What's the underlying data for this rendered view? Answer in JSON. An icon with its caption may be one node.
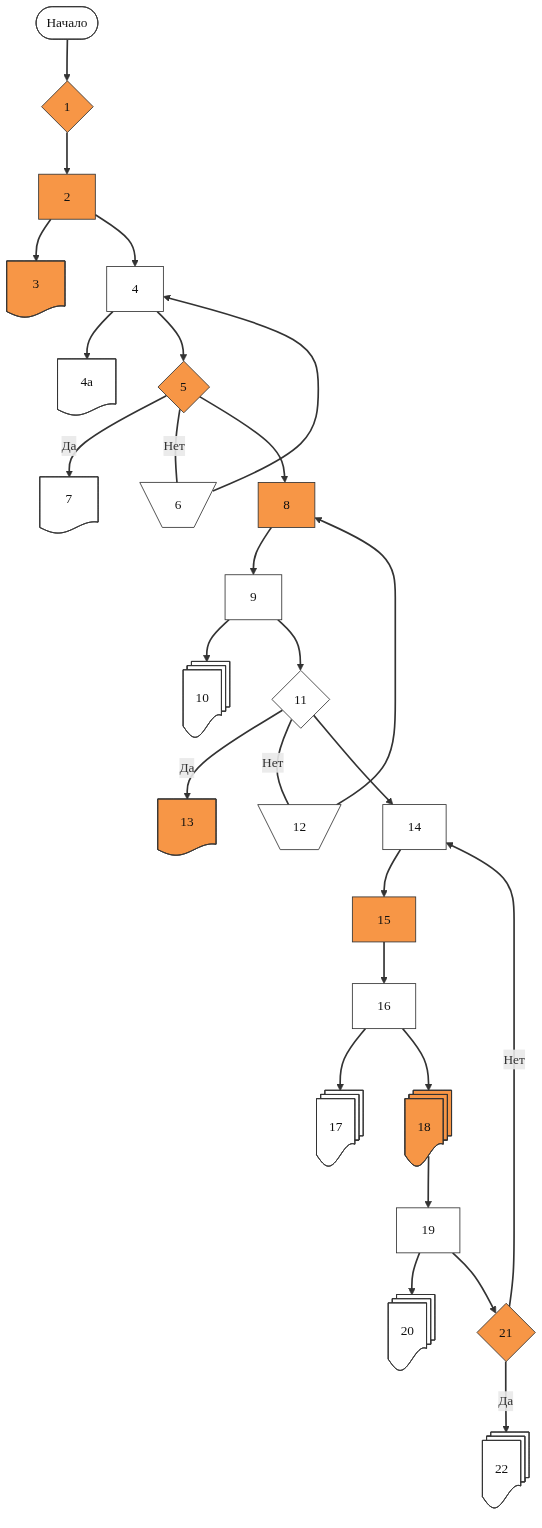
{
  "diagram": {
    "nodes": [
      {
        "text": [
          "Начало"
        ]
      },
      {
        "text": [
          "1"
        ]
      },
      {
        "text": [
          "2"
        ]
      },
      {
        "text": [
          "3"
        ]
      },
      {
        "text": [
          "4"
        ]
      },
      {
        "text": [
          "4а"
        ]
      },
      {
        "text": [
          "6"
        ]
      },
      {
        "text": [
          "5"
        ]
      },
      {
        "text": [
          "7"
        ]
      },
      {
        "text": [
          "8"
        ]
      },
      {
        "text": [
          "9"
        ]
      },
      {
        "text": [
          "10"
        ]
      },
      {
        "text": [
          "12"
        ]
      },
      {
        "text": [
          "11"
        ]
      },
      {
        "text": [
          "13"
        ]
      },
      {
        "text": [
          "14"
        ]
      },
      {
        "text": [
          "15"
        ]
      },
      {
        "text": [
          "16"
        ]
      },
      {
        "text": [
          "17"
        ]
      },
      {
        "text": [
          "18"
        ]
      },
      {
        "text": [
          "19"
        ]
      },
      {
        "text": [
          "20"
        ]
      },
      {
        "text": [
          "21"
        ]
      },
      {
        "text": [
          "22"
        ]
      }
    ],
    "edges": [
      {
        "from": 0,
        "to": 1,
        "arrow": "to"
      },
      {
        "from": 1,
        "to": 2,
        "arrow": "to"
      },
      {
        "from": 2,
        "to": 3,
        "arrow": "to"
      },
      {
        "from": 2,
        "to": 4,
        "arrow": "to"
      },
      {
        "from": 4,
        "to": 5,
        "arrow": "to"
      },
      {
        "from": 6,
        "to": 4,
        "arrow": "to"
      },
      {
        "from": 4,
        "to": 7,
        "arrow": "to"
      },
      {
        "from": 7,
        "to": 8,
        "label": "Да",
        "arrow": "to"
      },
      {
        "from": 7,
        "to": 6,
        "label": "Нет",
        "arrow": "none"
      },
      {
        "from": 7,
        "to": 9,
        "arrow": "to"
      },
      {
        "from": 12,
        "to": 9,
        "arrow": "to"
      },
      {
        "from": 9,
        "to": 10,
        "arrow": "to"
      },
      {
        "from": 10,
        "to": 11,
        "arrow": "to"
      },
      {
        "from": 10,
        "to": 13,
        "arrow": "to"
      },
      {
        "from": 13,
        "to": 14,
        "label": "Да",
        "arrow": "to"
      },
      {
        "from": 13,
        "to": 12,
        "label": "Нет",
        "arrow": "none"
      },
      {
        "from": 13,
        "to": 15,
        "arrow": "to"
      },
      {
        "from": 22,
        "to": 15,
        "label": "Нет",
        "arrow": "to"
      },
      {
        "from": 15,
        "to": 16,
        "arrow": "to"
      },
      {
        "from": 16,
        "to": 17,
        "arrow": "to"
      },
      {
        "from": 17,
        "to": 18,
        "arrow": "to"
      },
      {
        "from": 17,
        "to": 19,
        "arrow": "to"
      },
      {
        "from": 19,
        "to": 20,
        "arrow": "to"
      },
      {
        "from": 20,
        "to": 21,
        "arrow": "to"
      },
      {
        "from": 20,
        "to": 22,
        "arrow": "to"
      },
      {
        "from": 22,
        "to": 23,
        "label": "Да",
        "arrow": "to"
      }
    ]
  }
}
